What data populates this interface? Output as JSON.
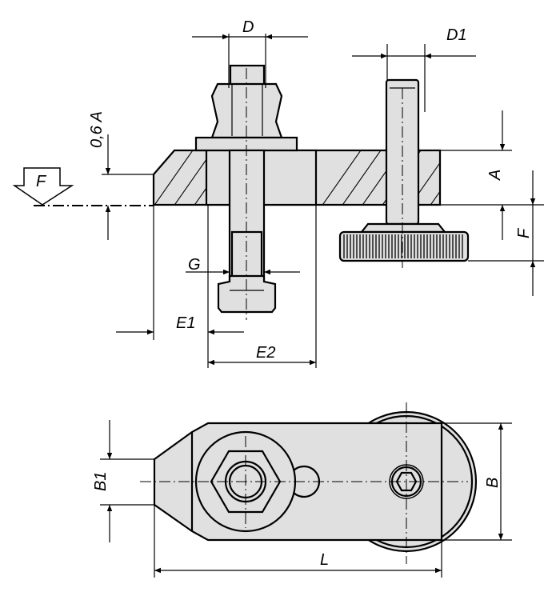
{
  "labels": {
    "D": "D",
    "D1": "D1",
    "A": "A",
    "F_dim": "F",
    "F_force": "F",
    "zero_six_A": "0,6 A",
    "G": "G",
    "E1": "E1",
    "E2": "E2",
    "B1": "B1",
    "B": "B",
    "L": "L"
  },
  "colors": {
    "part_fill": "#e0e0e0",
    "line": "#000000"
  }
}
